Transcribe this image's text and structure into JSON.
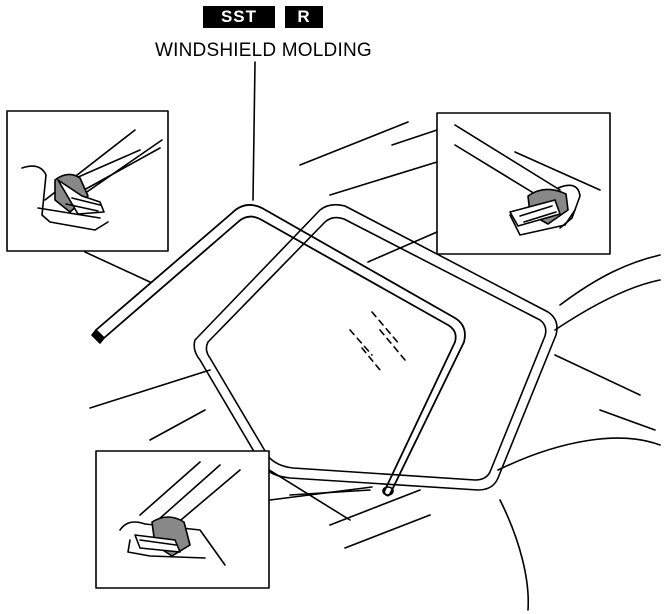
{
  "badges": {
    "sst": "SST",
    "r": "R"
  },
  "callout": {
    "label": "WINDSHIELD MOLDING"
  },
  "colors": {
    "ink": "#000000",
    "paper": "#ffffff",
    "tone": "#888888"
  }
}
